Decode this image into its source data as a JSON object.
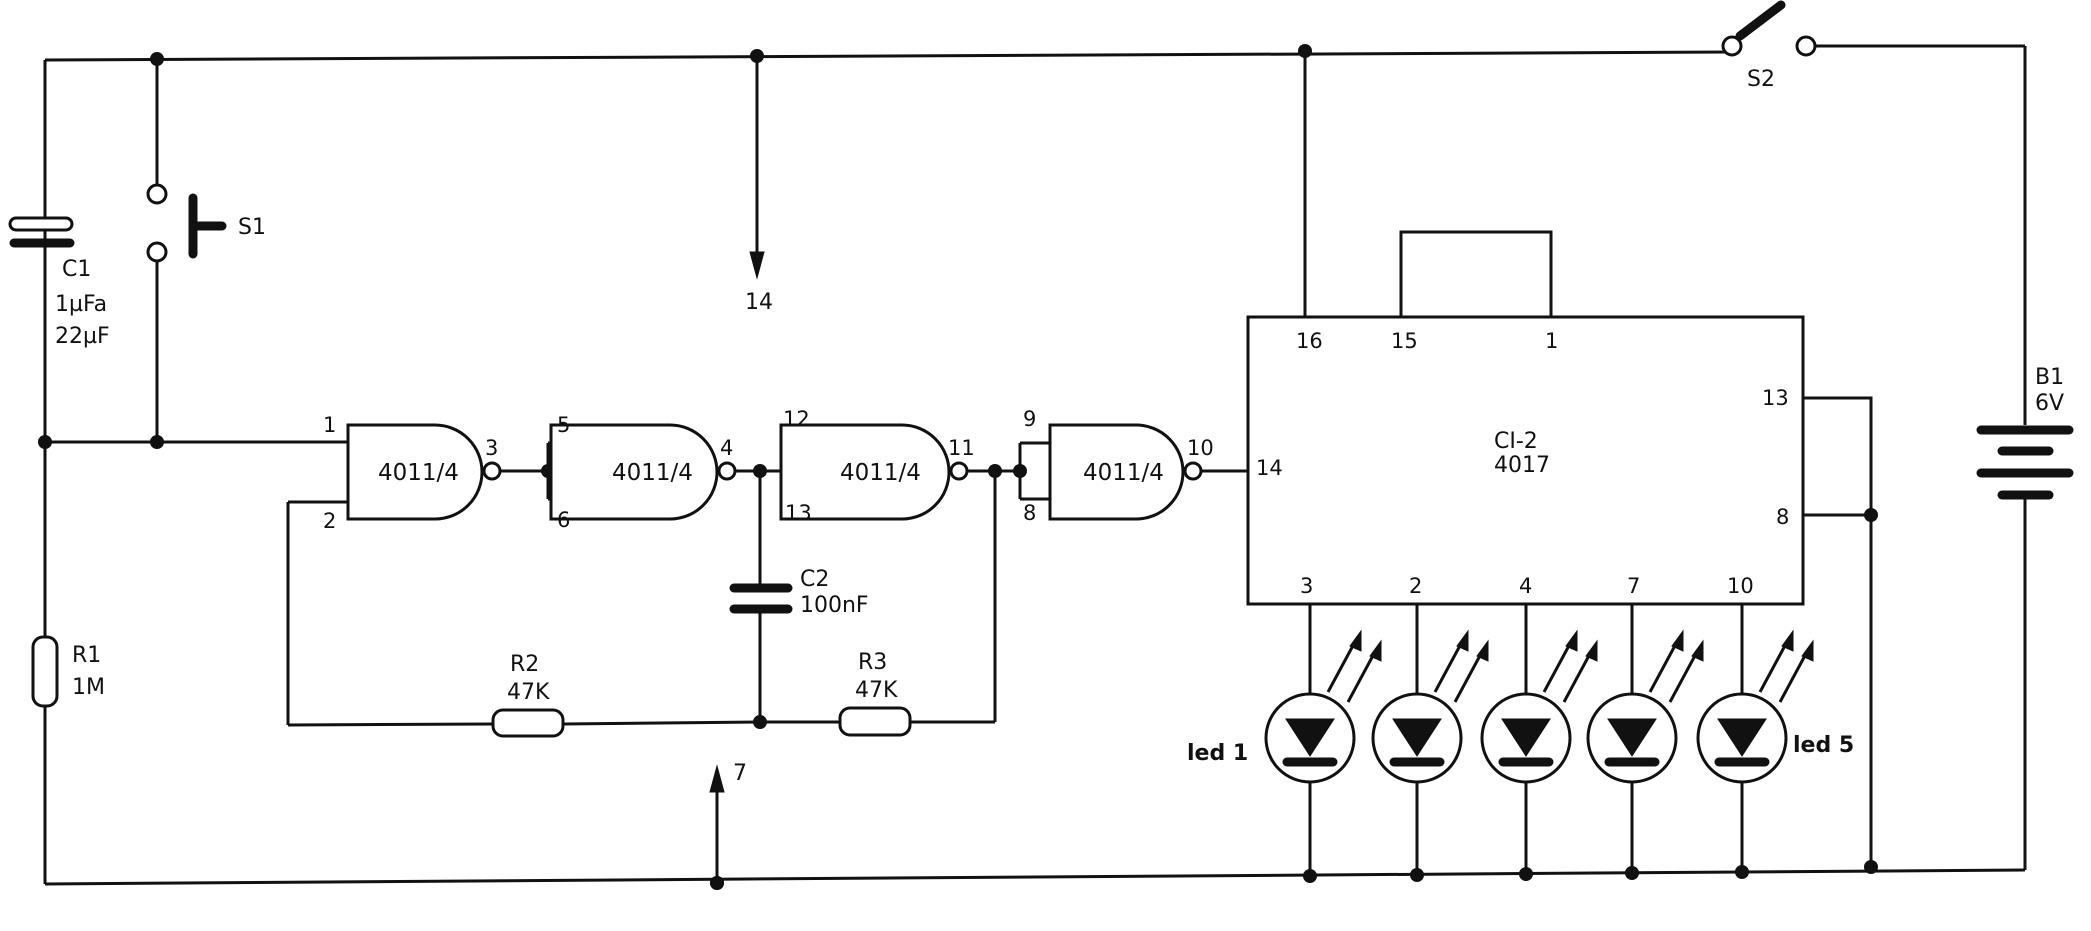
{
  "components": {
    "c1": {
      "ref": "C1",
      "value_line1": "1µFa",
      "value_line2": "22µF"
    },
    "s1": {
      "ref": "S1"
    },
    "s2": {
      "ref": "S2"
    },
    "r1": {
      "ref": "R1",
      "value": "1M"
    },
    "r2": {
      "ref": "R2",
      "value": "47K"
    },
    "r3": {
      "ref": "R3",
      "value": "47K"
    },
    "c2": {
      "ref": "C2",
      "value": "100nF"
    },
    "b1": {
      "ref": "B1",
      "value": "6V"
    },
    "gates": [
      {
        "label": "4011/4",
        "pin_in_a": "1",
        "pin_in_b": "2",
        "pin_out": "3"
      },
      {
        "label": "4011/4",
        "pin_in_a": "5",
        "pin_in_b": "6",
        "pin_out": "4"
      },
      {
        "label": "4011/4",
        "pin_in_a": "12",
        "pin_in_b": "13",
        "pin_out": "11"
      },
      {
        "label": "4011/4",
        "pin_in_a": "9",
        "pin_in_b": "8",
        "pin_out": "10"
      }
    ],
    "ic2": {
      "name": "CI-2",
      "part": "4017",
      "pins": {
        "p16": "16",
        "p15": "15",
        "p1": "1",
        "p14": "14",
        "p13": "13",
        "p8": "8",
        "p3": "3",
        "p2": "2",
        "p4": "4",
        "p7": "7",
        "p10": "10"
      }
    },
    "leds": {
      "first": "led 1",
      "last": "led 5"
    }
  },
  "supply": {
    "vdd_pin": "14",
    "gnd_pin": "7"
  }
}
